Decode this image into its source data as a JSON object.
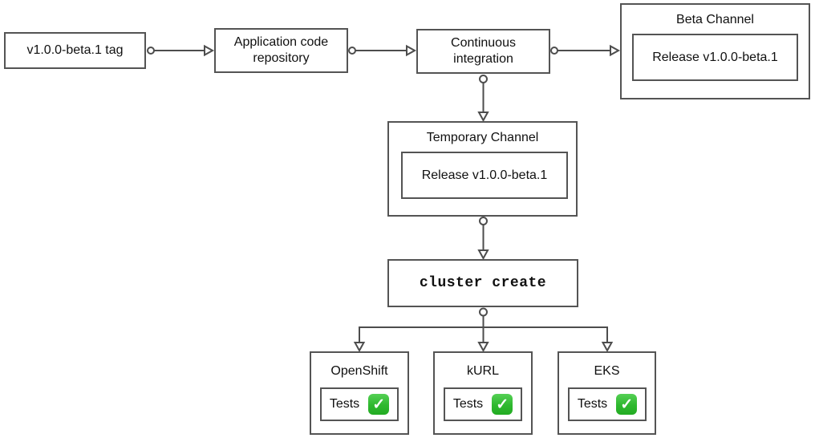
{
  "diagram": {
    "background": "#ffffff",
    "colors": {
      "box_border": "#545454",
      "connector_line": "#4d4d4d",
      "text": "#101010",
      "check_badge_green": "#2eb82e",
      "check_mark_white": "#ffffff"
    },
    "nodes": {
      "tag": {
        "label": "v1.0.0-beta.1 tag"
      },
      "repo": {
        "label": "Application code repository"
      },
      "ci": {
        "label": "Continuous integration"
      },
      "beta_channel": {
        "title": "Beta Channel",
        "release_label": "Release v1.0.0-beta.1"
      },
      "temp_channel": {
        "title": "Temporary Channel",
        "release_label": "Release v1.0.0-beta.1"
      },
      "cluster_create": {
        "label": "cluster create"
      },
      "openshift": {
        "title": "OpenShift",
        "tests_label": "Tests"
      },
      "kurl": {
        "title": "kURL",
        "tests_label": "Tests"
      },
      "eks": {
        "title": "EKS",
        "tests_label": "Tests"
      }
    },
    "icons": {
      "check_icon_glyph": "✓"
    }
  }
}
